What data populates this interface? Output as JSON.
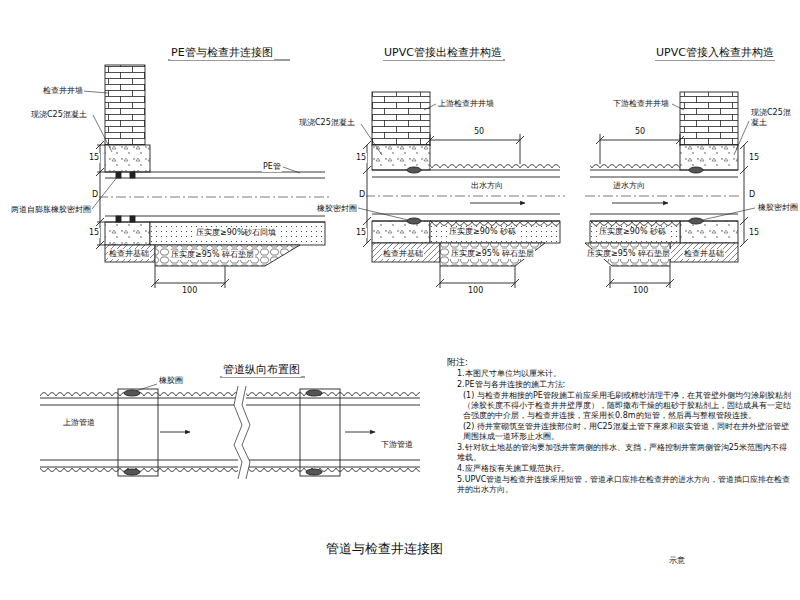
{
  "diagram": {
    "title": "管道与检查井连接图",
    "labels": [
      "PE管与检查井连接图",
      "检查井井墙",
      "现浇C25混凝土",
      "两道自膨胀橡胶密封圈",
      "PE管",
      "15",
      "D",
      "15",
      "压实度≥90%砂石回填",
      "检查井基础",
      "压实度≥95% 碎石垫层",
      "100",
      "UPVC管接出检查井构造",
      "上游检查井井墙",
      "现浇C25混凝土",
      "50",
      "15",
      "D",
      "15",
      "橡胶密封圈",
      "出水方向",
      "压实度≥90% 砂砾",
      "检查井基础",
      "压实度≥95% 碎石垫层",
      "100",
      "UPVC管接入检查井构造",
      "下游检查井井墙",
      "现浇C25混凝土",
      "50",
      "进水方向",
      "橡胶密封圈",
      "15",
      "D",
      "15",
      "压实度≥90% 砂砾",
      "压实度≥95% 碎石垫层",
      "检查井基础",
      "100",
      "管道纵向布置图",
      "橡胶圈",
      "上游管道",
      "下游管道",
      "附注:",
      "1.本图尺寸单位均以厘米计。",
      "2.PE管与各井连接的施工方法:",
      "(1) 与检查井相接的PE管段施工前应采用毛刷或棉纱清理干净，在其管壁外侧均匀涂刷胶粘剂（涂胶长度不得小于检查井井壁厚度），随即撒布干燥的粗砂于胶粘剂上，固结成具有一定结合强度的中介层，与检查井连接，宜采用长0.8m的短管，然后再与整根管段连接。",
      "(2) 待井室砌筑至管井连接部位时，用C25混凝土管下座浆和嵌实管道，同时在井外壁沿管壁周围抹成一道环形止水圈。",
      "3.针对软土地基的管沟要加强井室两侧的排水、支挡，严格控制井室两侧管沟25米范围内不得堆载。",
      "4.应严格按有关施工规范执行。",
      "5.UPVC管道与检查井连接采用短管，管道承口应排在检查井的进水方向，管道插口应排在检查井的出水方向。",
      "示意"
    ]
  }
}
